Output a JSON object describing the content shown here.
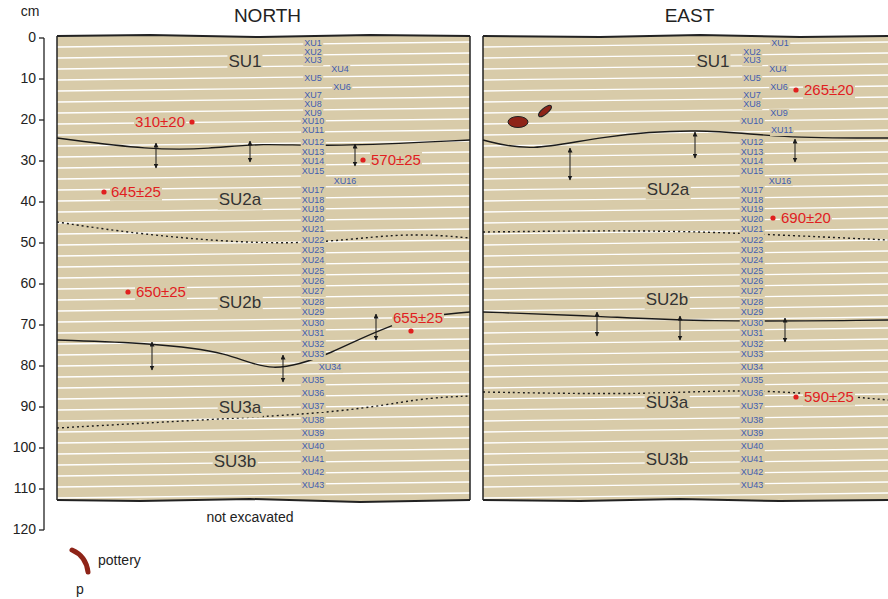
{
  "diagram": {
    "nodes": [
      {
        "text": [
          "NORTH"
        ]
      },
      {
        "text": [
          "EAST"
        ]
      }
    ],
    "labels": [
      "cm",
      "0",
      "10",
      "20",
      "30",
      "40",
      "50",
      "60",
      "70",
      "80",
      "90",
      "100",
      "110",
      "120",
      "SU1",
      "SU2a",
      "SU2b",
      "SU3a",
      "SU3b",
      "310±20",
      "570±25",
      "645±25",
      "650±25",
      "655±25",
      "XU1",
      "XU2",
      "XU3",
      "XU4",
      "XU5",
      "XU6",
      "XU7",
      "XU8",
      "XU9",
      "XU10",
      "XU11",
      "XU12",
      "XU13",
      "XU14",
      "XU15",
      "XU16",
      "XU17",
      "XU18",
      "XU19",
      "XU20",
      "XU21",
      "XU22",
      "XU23",
      "XU24",
      "XU25",
      "XU26",
      "XU27",
      "XU28",
      "XU29",
      "XU30",
      "XU31",
      "XU32",
      "XU33",
      "XU34",
      "XU35",
      "XU36",
      "XU37",
      "XU38",
      "XU39",
      "XU40",
      "XU41",
      "XU42",
      "XU43",
      "not excavated",
      "SU1",
      "SU2a",
      "SU2b",
      "SU3a",
      "SU3b",
      "265±20",
      "690±20",
      "590±25",
      "XU1",
      "XU2",
      "XU3",
      "XU4",
      "XU5",
      "XU6",
      "XU7",
      "XU8",
      "XU9",
      "XU10",
      "XU11",
      "XU12",
      "XU13",
      "XU14",
      "XU15",
      "XU16",
      "XU17",
      "XU18",
      "XU19",
      "XU20",
      "XU21",
      "XU22",
      "XU23",
      "XU24",
      "XU25",
      "XU26",
      "XU27",
      "XU28",
      "XU29",
      "XU30",
      "XU31",
      "XU32",
      "XU33",
      "XU34",
      "XU35",
      "XU36",
      "XU37",
      "XU38",
      "XU39",
      "XU40",
      "XU41",
      "XU42",
      "XU43",
      "p"
    ],
    "legend": [
      {
        "text": "pottery"
      }
    ]
  }
}
